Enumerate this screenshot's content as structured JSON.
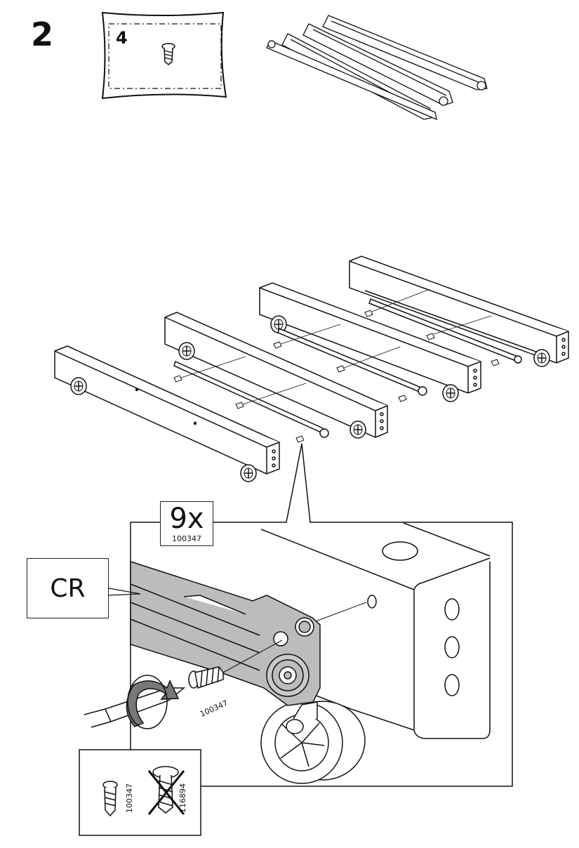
{
  "step": {
    "number": "2"
  },
  "bag": {
    "quantity": "4"
  },
  "detail": {
    "quantity": "9x",
    "article": "100347",
    "rail_label": "CR",
    "screw_label": "100347"
  },
  "hint": {
    "correct_article": "100347",
    "wrong_article": "116894"
  }
}
